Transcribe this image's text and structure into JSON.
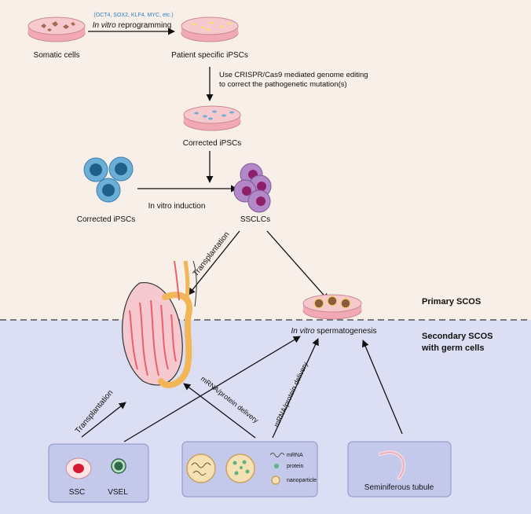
{
  "colors": {
    "top_bg": "#f8efe8",
    "bottom_bg": "#dcdff3",
    "dish_pink": "#f1a9b3",
    "dish_rim": "#f6c9cf",
    "blue_cell": "#6baed6",
    "dark_blue": "#1f5f8b",
    "purple": "#b388c9",
    "magenta": "#8e1f6b",
    "factors_blue": "#2a7fc1",
    "panel": "#c4c9ec",
    "organ_red": "#e8616b",
    "organ_orange": "#f2b557"
  },
  "labels": {
    "factors": "(OCT4, SOX2, KLF4, MYC, etc.)",
    "reprogramming_italic": "In vitro",
    "reprogramming_rest": " reprogramming",
    "somatic": "Somatic cells",
    "patient_ipsc": "Patient specific iPSCs",
    "crispr_line1": "Use CRISPR/Cas9 mediated genome editing",
    "crispr_line2": "to correct the pathogenetic mutation(s)",
    "corrected_top": "Corrected iPSCs",
    "corrected_left": "Corrected iPSCs",
    "induction": "In vitro induction",
    "ssclcs": "SSCLCs",
    "transplantation_upper": "Transplantation",
    "transplantation_lower": "Transplantation",
    "primary": "Primary SCOS",
    "secondary_line1": "Secondary SCOS",
    "secondary_line2": "with germ cells",
    "spermatogenesis_italic": "In vitro",
    "spermatogenesis_rest": " spermatogenesis",
    "mrna_delivery_1": "mRNA/protein delivery",
    "mrna_delivery_2": "mRNA/protein delivery",
    "ssc": "SSC",
    "vsel": "VSEL",
    "legend_mrna": "mRNA",
    "legend_protein": "protein",
    "legend_nanoparticle": "nanoparticle",
    "seminiferous": "Seminiferous tubule"
  }
}
